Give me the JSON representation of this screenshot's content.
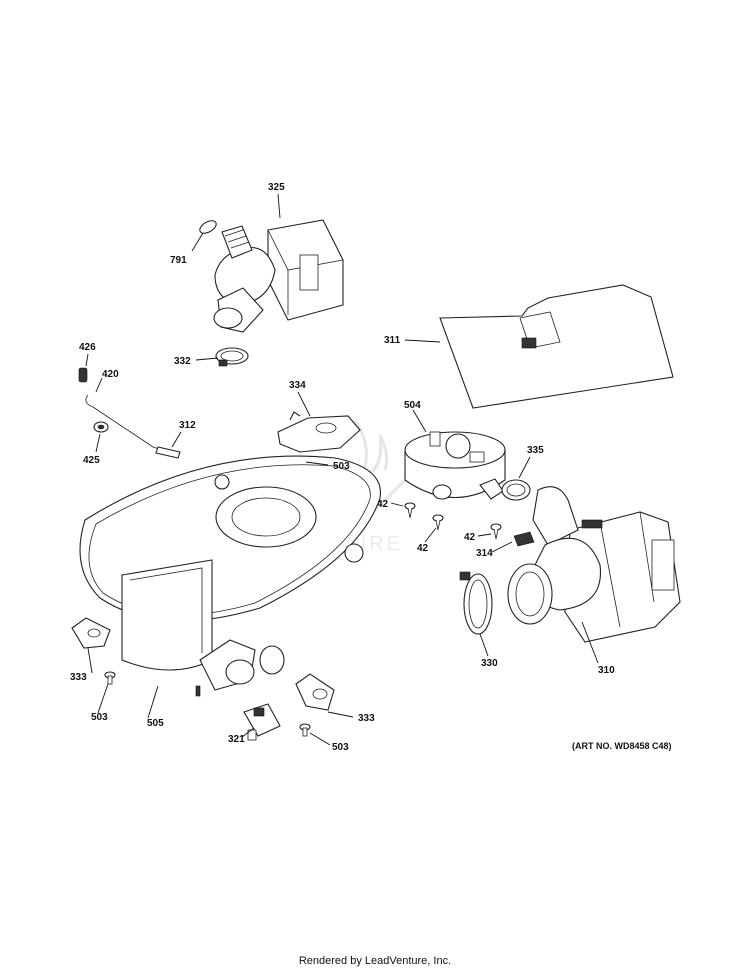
{
  "parts": {
    "p325": "325",
    "p791": "791",
    "p332": "332",
    "p311": "311",
    "p426": "426",
    "p420": "420",
    "p425": "425",
    "p312": "312",
    "p334": "334",
    "p503a": "503",
    "p504": "504",
    "p335": "335",
    "p42a": "42",
    "p42b": "42",
    "p42c": "42",
    "p314": "314",
    "p330": "330",
    "p310": "310",
    "p333a": "333",
    "p503b": "503",
    "p505": "505",
    "p321": "321",
    "p333b": "333",
    "p503c": "503"
  },
  "art_number": "(ART NO. WD8458 C48)",
  "footer": "Rendered by LeadVenture, Inc."
}
